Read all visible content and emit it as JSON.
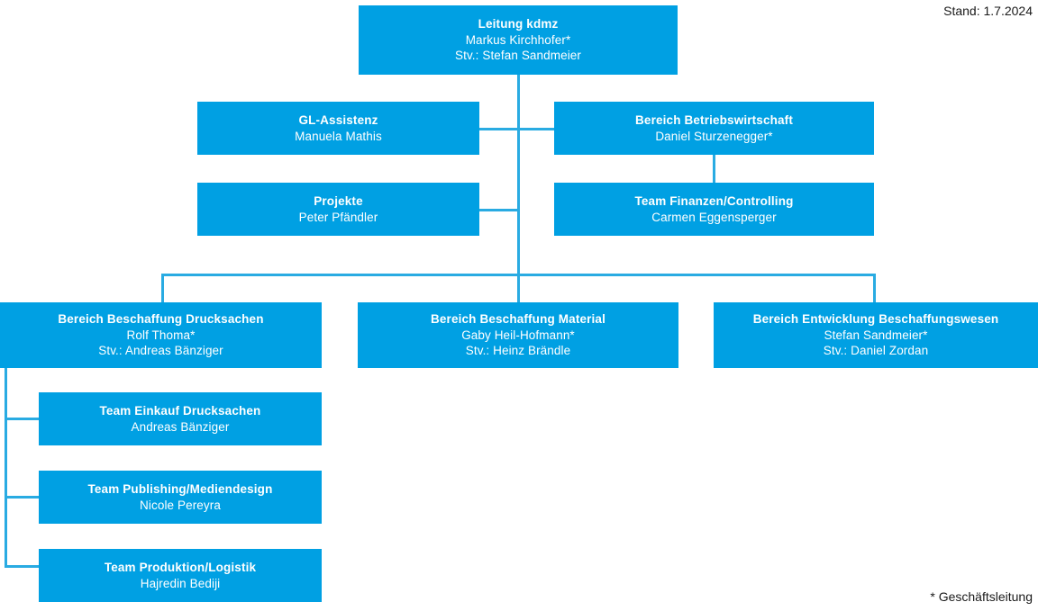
{
  "meta": {
    "stand_label": "Stand: 1.7.2024",
    "legend_label": "* Geschäftsleitung",
    "box_color": "#00a0e3",
    "line_color": "#29abe2",
    "text_color": "#ffffff",
    "note_color": "#1a1a1a"
  },
  "nodes": {
    "leitung": {
      "title": "Leitung kdmz",
      "person": "Markus Kirchhofer*",
      "deputy": "Stv.: Stefan Sandmeier"
    },
    "gl_assistenz": {
      "title": "GL-Assistenz",
      "person": "Manuela Mathis",
      "deputy": ""
    },
    "betriebswirtschaft": {
      "title": "Bereich Betriebswirtschaft",
      "person": "Daniel Sturzenegger*",
      "deputy": ""
    },
    "projekte": {
      "title": "Projekte",
      "person": "Peter Pfändler",
      "deputy": ""
    },
    "finanzen": {
      "title": "Team Finanzen/Controlling",
      "person": "Carmen Eggensperger",
      "deputy": ""
    },
    "drucksachen": {
      "title": "Bereich Beschaffung Drucksachen",
      "person": "Rolf Thoma*",
      "deputy": "Stv.: Andreas Bänziger"
    },
    "material": {
      "title": "Bereich Beschaffung Material",
      "person": "Gaby Heil-Hofmann*",
      "deputy": "Stv.: Heinz Brändle"
    },
    "entwicklung": {
      "title": "Bereich Entwicklung Beschaffungswesen",
      "person": "Stefan Sandmeier*",
      "deputy": "Stv.: Daniel Zordan"
    },
    "team_einkauf": {
      "title": "Team Einkauf Drucksachen",
      "person": "Andreas Bänziger",
      "deputy": ""
    },
    "team_publishing": {
      "title": "Team Publishing/Mediendesign",
      "person": "Nicole Pereyra",
      "deputy": ""
    },
    "team_produktion": {
      "title": "Team Produktion/Logistik",
      "person": "Hajredin Bediji",
      "deputy": ""
    }
  }
}
